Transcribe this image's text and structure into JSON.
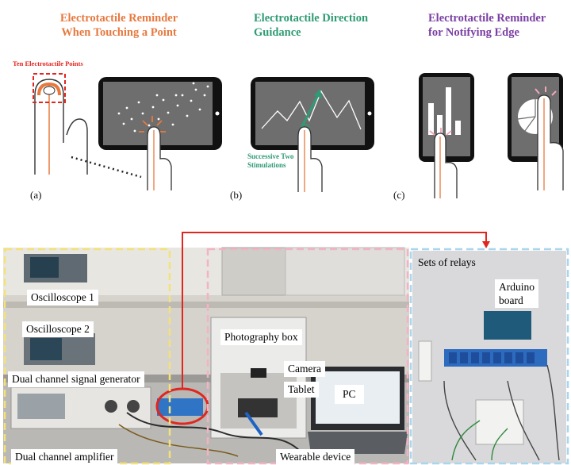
{
  "panels": {
    "a": {
      "title_line1": "Electrotactile Reminder",
      "title_line2": "When Touching a Point",
      "finger_label": "Ten Electrotactile Points",
      "letter": "(a)"
    },
    "b": {
      "title_line1": "Electrotactile Direction",
      "title_line2": "Guidance",
      "note_line1": "Successive Two",
      "note_line2": "Stimulations",
      "letter": "(b)"
    },
    "c": {
      "title_line1": "Electrotactile Reminder",
      "title_line2": "for Notifying Edge",
      "letter": "(c)"
    }
  },
  "setup": {
    "labels": {
      "osc1": "Oscilloscope 1",
      "osc2": "Oscilloscope 2",
      "signal_gen": "Dual channel signal generator",
      "amplifier": "Dual channel amplifier",
      "photo_box": "Photography box",
      "camera": "Camera",
      "tablet": "Tablet",
      "pc": "PC",
      "wearable": "Wearable device",
      "relays": "Sets of relays",
      "arduino_line1": "Arduino",
      "arduino_line2": "board"
    }
  },
  "colors": {
    "orange": "#e7793f",
    "green": "#2f9b74",
    "purple": "#7a3fa3",
    "red": "#e0261f",
    "yellow_dash": "#f3e27a",
    "pink_dash": "#f2b3c4",
    "blue_dash": "#a9d6ec"
  }
}
